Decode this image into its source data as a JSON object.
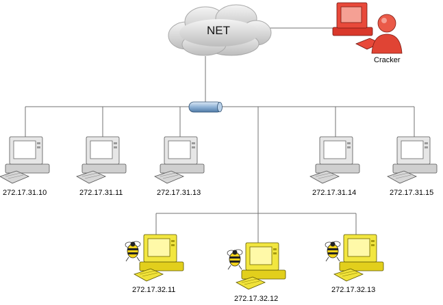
{
  "network": {
    "label": "NET"
  },
  "attacker": {
    "label": "Cracker",
    "icon": "cracker-user-icon",
    "color": "#d9382b"
  },
  "colors": {
    "pc": "#dcdcdc",
    "honeypot": "#f0e23a",
    "line": "#707070",
    "hub": "#8fb2d6"
  },
  "lan_hosts": [
    {
      "ip": "272.17.31.10",
      "icon": "computer-icon"
    },
    {
      "ip": "272.17.31.11",
      "icon": "computer-icon"
    },
    {
      "ip": "272.17.31.13",
      "icon": "computer-icon"
    },
    {
      "ip": "272.17.31.14",
      "icon": "computer-icon"
    },
    {
      "ip": "272.17.31.15",
      "icon": "computer-icon"
    }
  ],
  "honeypots": [
    {
      "ip": "272.17.32.11",
      "icon": "honeybee-computer-icon"
    },
    {
      "ip": "272.17.32.12",
      "icon": "honeybee-computer-icon"
    },
    {
      "ip": "272.17.32.13",
      "icon": "honeybee-computer-icon"
    }
  ]
}
